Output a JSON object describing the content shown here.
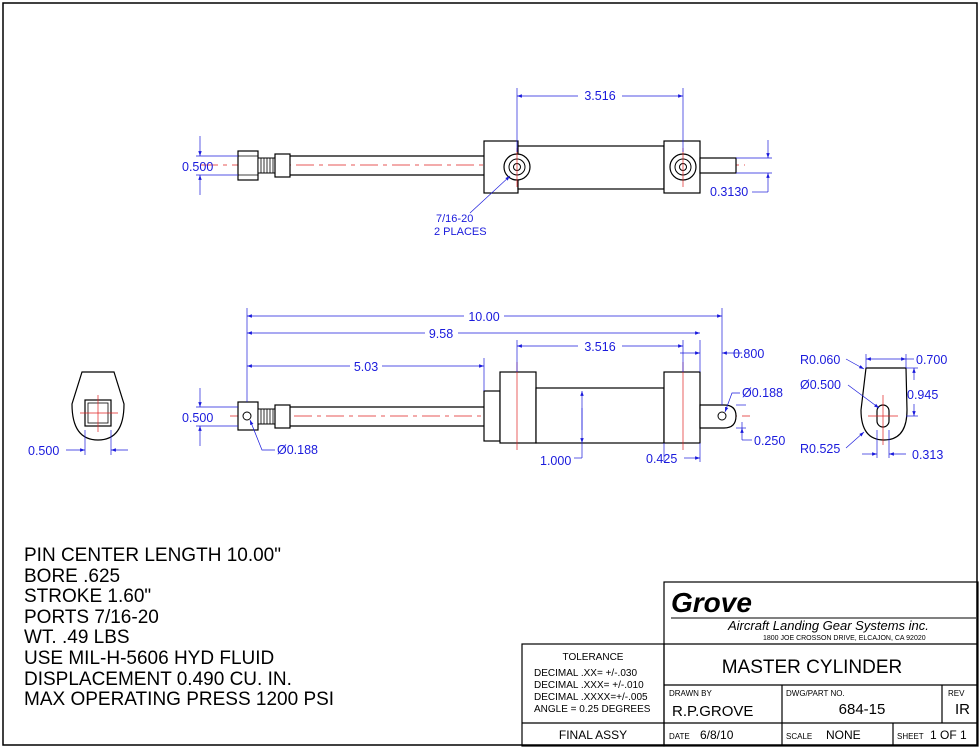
{
  "drawing": {
    "top_view": {
      "dim_length": "3.516",
      "dim_rod_height": "0.500",
      "dim_eye_height": "0.3130",
      "port_label_1": "7/16-20",
      "port_label_2": "2 PLACES"
    },
    "side_view": {
      "dim_overall": "10.00",
      "dim_extended": "9.58",
      "dim_body_offset": "5.03",
      "dim_port_spacing": "3.516",
      "dim_eye_length": "0.800",
      "dim_rod_end_height": "0.500",
      "dim_rod_end_hole": "Ø0.188",
      "dim_eye_hole": "Ø0.188",
      "dim_body_height": "1.000",
      "dim_body_flange": "0.425",
      "dim_eye_thickness": "0.250"
    },
    "left_view": {
      "dim_width": "0.500"
    },
    "right_view": {
      "dim_radius_small": "R0.060",
      "dim_hole_dia": "Ø0.500",
      "dim_radius_large": "R0.525",
      "dim_width_top": "0.700",
      "dim_height": "0.945",
      "dim_width_bottom": "0.313"
    }
  },
  "notes": [
    "PIN CENTER LENGTH 10.00\"",
    "BORE .625",
    "STROKE 1.60\"",
    "PORTS  7/16-20",
    "WT.  .49 LBS",
    "USE MIL-H-5606 HYD FLUID",
    "DISPLACEMENT 0.490 CU. IN.",
    "MAX OPERATING PRESS 1200 PSI"
  ],
  "title_block": {
    "company": "Grove",
    "company_full": "Aircraft Landing Gear Systems inc.",
    "address": "1800 JOE CROSSON DRIVE, ELCAJON, CA 92020",
    "title": "MASTER CYLINDER",
    "tolerance_heading": "TOLERANCE",
    "tolerance_lines": [
      "DECIMAL .XX=  +/-.030",
      "DECIMAL .XXX= +/-.010",
      "DECIMAL .XXXX=+/-.005",
      "ANGLE = 0.25 DEGREES"
    ],
    "drawn_by_label": "DRAWN BY",
    "drawn_by": "R.P.GROVE",
    "part_no_label": "DWG/PART NO.",
    "part_no": "684-15",
    "rev_label": "REV",
    "rev": "IR",
    "assy": "FINAL ASSY",
    "date_label": "DATE",
    "date": "6/8/10",
    "scale_label": "SCALE",
    "scale": "NONE",
    "sheet_label": "SHEET",
    "sheet": "1 OF 1"
  },
  "colors": {
    "dimension": "#1a1adc",
    "centerline": "#e02020",
    "outline": "#000000"
  }
}
